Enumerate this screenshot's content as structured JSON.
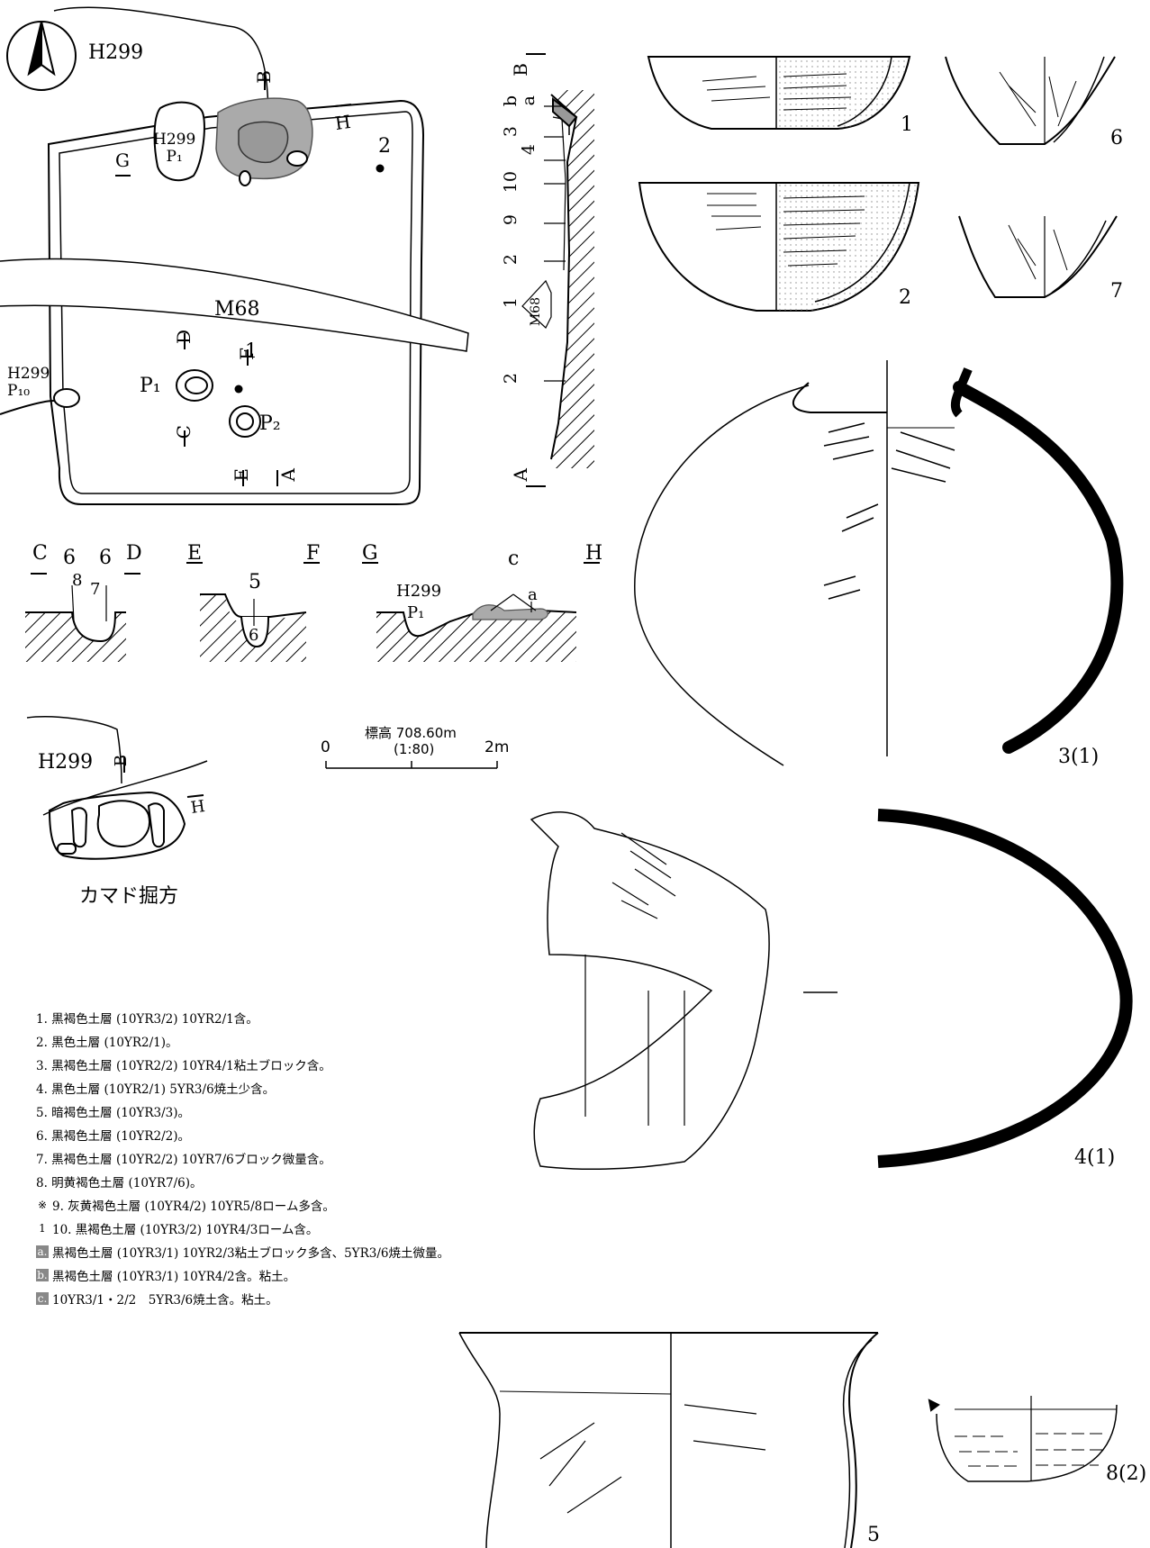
{
  "plan": {
    "feature_label": "H299",
    "ditch_label": "M68",
    "pit_labels": {
      "p1_main": "P₁",
      "p2": "P₂",
      "p1_small": "H299\nP₁",
      "p10": "H299\nP₁₀"
    },
    "points": {
      "p1": "1",
      "p2": "2"
    },
    "section_letters": {
      "A": "A",
      "B": "B",
      "C": "C",
      "D": "D",
      "E": "E",
      "F": "F",
      "G": "G",
      "H": "H"
    }
  },
  "section_ab": {
    "layer_labels": [
      "b",
      "a",
      "3",
      "4",
      "10",
      "9",
      "2",
      "1",
      "M68",
      "2"
    ],
    "end_a": "A",
    "end_b": "B"
  },
  "sections": {
    "cd": {
      "left": "C",
      "right": "D",
      "labels": [
        "6",
        "6",
        "8",
        "7"
      ]
    },
    "ef": {
      "left": "E",
      "right": "F",
      "labels": [
        "5",
        "6"
      ]
    },
    "gh": {
      "left": "G",
      "right": "H",
      "labels": [
        "c",
        "a"
      ],
      "pit": "H299",
      "pit_sub": "P₁"
    }
  },
  "scale_bar": {
    "title": "標高 708.60m",
    "ratio": "(1:80)",
    "start": "0",
    "end": "2m"
  },
  "kamado": {
    "feature_label": "H299",
    "caption": "カマド掘方",
    "letters": {
      "B": "B",
      "H": "H"
    }
  },
  "legend": [
    {
      "mark": "",
      "text": "1. 黒褐色土層 (10YR3/2) 10YR2/1含。"
    },
    {
      "mark": "",
      "text": "2. 黒色土層 (10YR2/1)。"
    },
    {
      "mark": "",
      "text": "3. 黒褐色土層 (10YR2/2) 10YR4/1粘土ブロック含。"
    },
    {
      "mark": "",
      "text": "4. 黒色土層 (10YR2/1) 5YR3/6焼土少含。"
    },
    {
      "mark": "",
      "text": "5. 暗褐色土層 (10YR3/3)。"
    },
    {
      "mark": "",
      "text": "6. 黒褐色土層 (10YR2/2)。"
    },
    {
      "mark": "",
      "text": "7. 黒褐色土層 (10YR2/2) 10YR7/6ブロック微量含。"
    },
    {
      "mark": "",
      "text": "8. 明黄褐色土層 (10YR7/6)。"
    },
    {
      "mark": "※",
      "text": "9. 灰黄褐色土層 (10YR4/2) 10YR5/8ローム多含。"
    },
    {
      "mark": "1",
      "text": "10. 黒褐色土層 (10YR3/2) 10YR4/3ローム含。"
    },
    {
      "mark": "a.",
      "text": "黒褐色土層 (10YR3/1) 10YR2/3粘土ブロック多含、5YR3/6焼土微量。"
    },
    {
      "mark": "b.",
      "text": "黒褐色土層 (10YR3/1) 10YR4/2含。粘土。"
    },
    {
      "mark": "c.",
      "text": "10YR3/1・2/2　5YR3/6焼土含。粘土。"
    }
  ],
  "artifacts": [
    {
      "id": "1"
    },
    {
      "id": "2"
    },
    {
      "id": "3(1)"
    },
    {
      "id": "4(1)"
    },
    {
      "id": "5"
    },
    {
      "id": "6"
    },
    {
      "id": "7"
    },
    {
      "id": "8(2)"
    }
  ]
}
